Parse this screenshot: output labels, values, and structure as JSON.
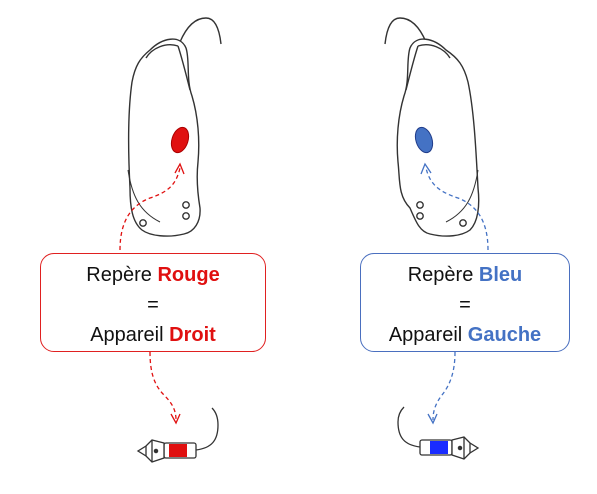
{
  "right_device": {
    "label_prefix": "Repère",
    "label_color_word": "Rouge",
    "equals": "=",
    "device_prefix": "Appareil",
    "device_side": "Droit",
    "marker_color": "#e01010"
  },
  "left_device": {
    "label_prefix": "Repère",
    "label_color_word": "Bleu",
    "equals": "=",
    "device_prefix": "Appareil",
    "device_side": "Gauche",
    "marker_color": "#4472c4"
  }
}
